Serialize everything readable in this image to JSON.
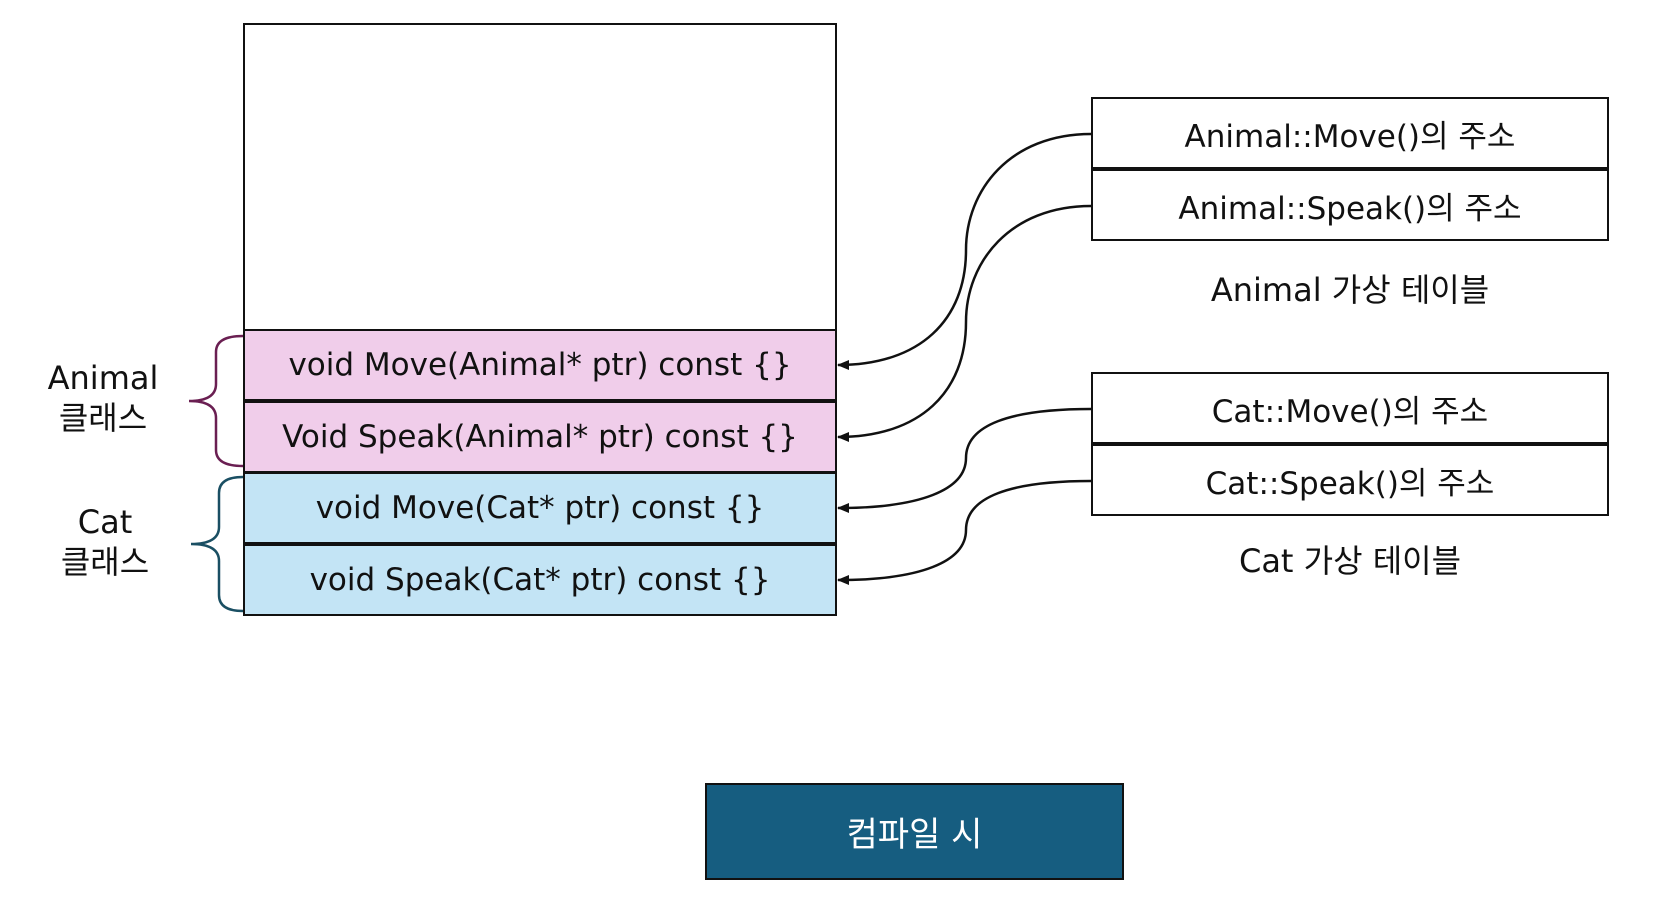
{
  "colors": {
    "animal_fill": "#f0cdea",
    "cat_fill": "#c3e4f5",
    "animal_brace": "#6a1f52",
    "cat_brace": "#1a4f63",
    "button_fill": "#165d80",
    "line": "#111111"
  },
  "memory": {
    "animal_rows": [
      "void Move(Animal* ptr) const {}",
      "Void Speak(Animal* ptr) const {}"
    ],
    "cat_rows": [
      "void Move(Cat* ptr) const {}",
      "void Speak(Cat* ptr) const {}"
    ]
  },
  "class_labels": {
    "animal": [
      "Animal",
      "클래스"
    ],
    "cat": [
      "Cat",
      "클래스"
    ]
  },
  "vtables": {
    "animal": {
      "entries": [
        "Animal::Move()의 주소",
        "Animal::Speak()의 주소"
      ],
      "caption": "Animal 가상 테이블"
    },
    "cat": {
      "entries": [
        "Cat::Move()의 주소",
        "Cat::Speak()의 주소"
      ],
      "caption": "Cat 가상 테이블"
    }
  },
  "button": {
    "label": "컴파일 시"
  }
}
